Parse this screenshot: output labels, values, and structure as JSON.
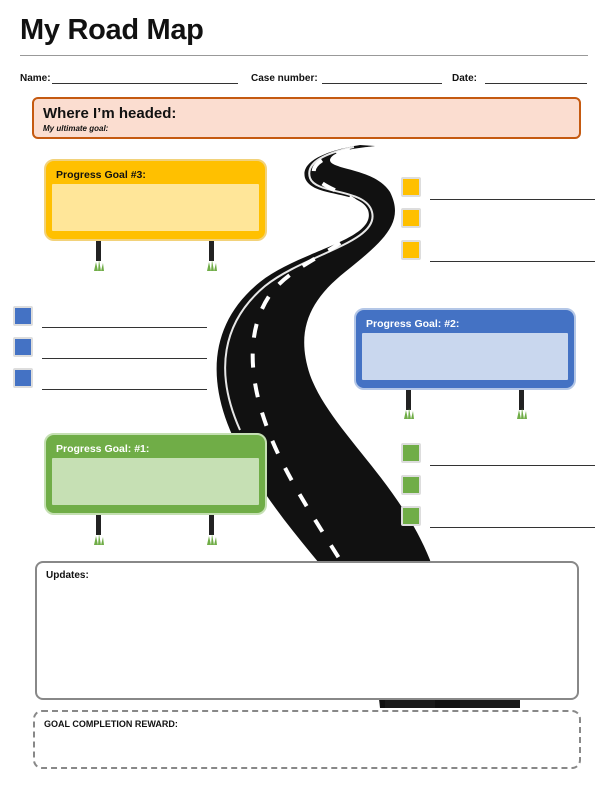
{
  "title": "My Road Map",
  "fields": {
    "name_label": "Name:",
    "case_label": "Case number:",
    "date_label": "Date:"
  },
  "header": {
    "title": "Where I’m headed:",
    "subtitle": "My ultimate goal:",
    "fill": "#fbddd0",
    "border": "#c55a11"
  },
  "goals": [
    {
      "label": "Progress Goal #3:",
      "accent": "#ffc000",
      "fill": "#ffe699",
      "checkboxes": 3
    },
    {
      "label": "Progress Goal: #2:",
      "accent": "#4472c4",
      "fill": "#c9d7ee",
      "checkboxes": 3
    },
    {
      "label": "Progress Goal: #1:",
      "accent": "#70ad47",
      "fill": "#c6e0b4",
      "checkboxes": 3
    }
  ],
  "updates_label": "Updates:",
  "reward_label": "GOAL COMPLETION REWARD:",
  "road_color": "#1a1a1a"
}
